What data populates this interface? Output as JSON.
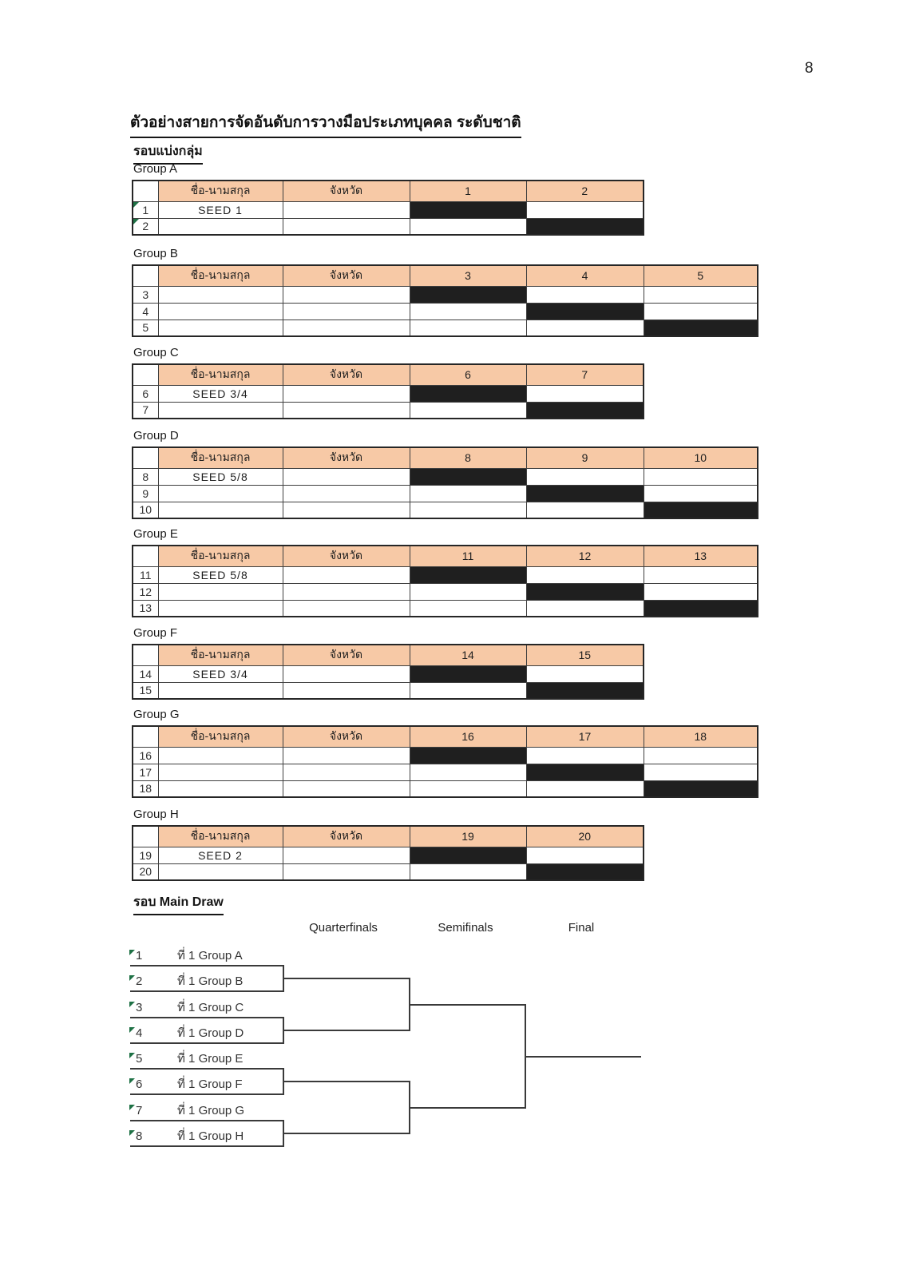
{
  "page": {
    "number": "8"
  },
  "title": "ตัวอย่างสายการจัดอันดับการวางมือประเภทบุคคล ระดับชาติ",
  "sections": {
    "group_stage": "รอบแบ่งกลุ่ม",
    "main_draw": "รอบ Main Draw"
  },
  "table": {
    "headers": {
      "row_num": "",
      "name": "ชื่อ-นามสกุล",
      "province": "จังหวัด"
    }
  },
  "groups": [
    {
      "label": "Group A",
      "match_cols": [
        "1",
        "2"
      ],
      "rows": [
        {
          "num": "1",
          "name": "SEED 1",
          "province": "",
          "marker": true
        },
        {
          "num": "2",
          "name": "",
          "province": "",
          "marker": true
        }
      ]
    },
    {
      "label": "Group B",
      "match_cols": [
        "3",
        "4",
        "5"
      ],
      "rows": [
        {
          "num": "3",
          "name": "",
          "province": ""
        },
        {
          "num": "4",
          "name": "",
          "province": ""
        },
        {
          "num": "5",
          "name": "",
          "province": ""
        }
      ]
    },
    {
      "label": "Group C",
      "match_cols": [
        "6",
        "7"
      ],
      "rows": [
        {
          "num": "6",
          "name": "SEED 3/4",
          "province": ""
        },
        {
          "num": "7",
          "name": "",
          "province": ""
        }
      ]
    },
    {
      "label": "Group D",
      "match_cols": [
        "8",
        "9",
        "10"
      ],
      "rows": [
        {
          "num": "8",
          "name": "SEED 5/8",
          "province": ""
        },
        {
          "num": "9",
          "name": "",
          "province": ""
        },
        {
          "num": "10",
          "name": "",
          "province": ""
        }
      ]
    },
    {
      "label": "Group E",
      "match_cols": [
        "11",
        "12",
        "13"
      ],
      "rows": [
        {
          "num": "11",
          "name": "SEED 5/8",
          "province": ""
        },
        {
          "num": "12",
          "name": "",
          "province": ""
        },
        {
          "num": "13",
          "name": "",
          "province": ""
        }
      ]
    },
    {
      "label": "Group F",
      "match_cols": [
        "14",
        "15"
      ],
      "rows": [
        {
          "num": "14",
          "name": "SEED 3/4",
          "province": ""
        },
        {
          "num": "15",
          "name": "",
          "province": ""
        }
      ]
    },
    {
      "label": "Group G",
      "match_cols": [
        "16",
        "17",
        "18"
      ],
      "rows": [
        {
          "num": "16",
          "name": "",
          "province": ""
        },
        {
          "num": "17",
          "name": "",
          "province": ""
        },
        {
          "num": "18",
          "name": "",
          "province": ""
        }
      ]
    },
    {
      "label": "Group H",
      "match_cols": [
        "19",
        "20"
      ],
      "rows": [
        {
          "num": "19",
          "name": "SEED 2",
          "province": ""
        },
        {
          "num": "20",
          "name": "",
          "province": ""
        }
      ]
    }
  ],
  "bracket": {
    "round_headers": [
      "Quarterfinals",
      "Semifinals",
      "Final"
    ],
    "entries": [
      {
        "num": "1",
        "label": "ที่ 1 Group A"
      },
      {
        "num": "2",
        "label": "ที่ 1 Group B"
      },
      {
        "num": "3",
        "label": "ที่ 1 Group C"
      },
      {
        "num": "4",
        "label": "ที่ 1 Group D"
      },
      {
        "num": "5",
        "label": "ที่ 1 Group E"
      },
      {
        "num": "6",
        "label": "ที่ 1 Group F"
      },
      {
        "num": "7",
        "label": "ที่ 1 Group G"
      },
      {
        "num": "8",
        "label": "ที่ 1 Group H"
      }
    ]
  },
  "colors": {
    "header_fill": "#F7C9A6",
    "block_fill": "#1F1F1F",
    "grid_border": "#3f3f3f",
    "marker_green": "#1E7145",
    "line": "#3a3a3a"
  }
}
